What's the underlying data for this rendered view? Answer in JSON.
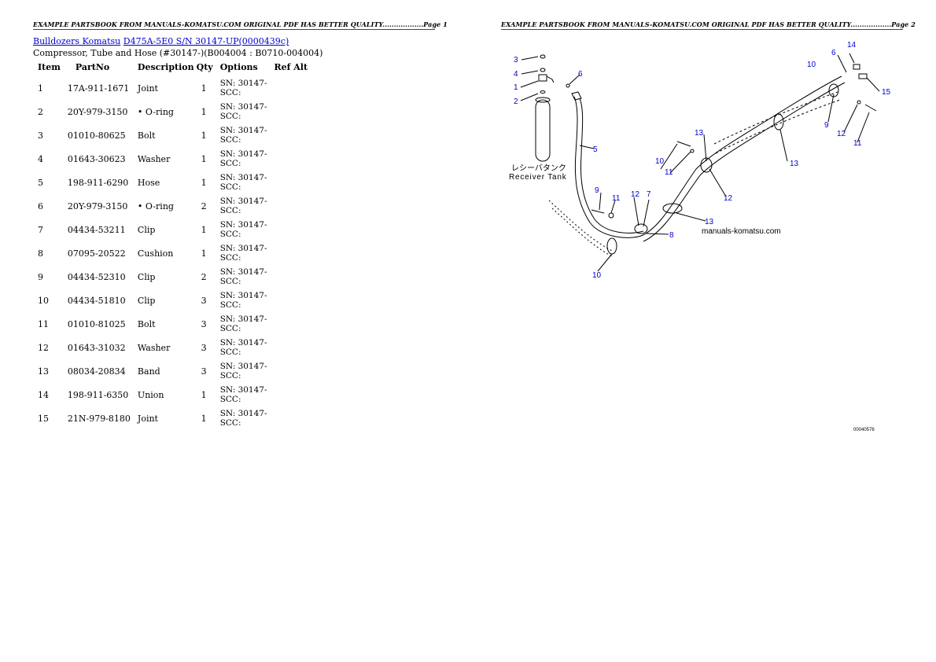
{
  "header": {
    "page1": "EXAMPLE PARTSBOOK FROM MANUALS-KOMATSU.COM ORIGINAL PDF HAS BETTER QUALITY..................Page 1",
    "page2": "EXAMPLE PARTSBOOK FROM MANUALS-KOMATSU.COM ORIGINAL PDF HAS BETTER QUALITY..................Page 2"
  },
  "breadcrumb": {
    "link1": "Bulldozers Komatsu",
    "link2": "D475A-5E0 S/N  30147-UP(0000439c)"
  },
  "subtitle": "Compressor, Tube and Hose (#30147-)(B004004 : B0710-004004)",
  "table": {
    "headers": [
      "Item",
      "PartNo",
      "Description",
      "Qty",
      "Options",
      "Ref Alt"
    ],
    "rows": [
      {
        "item": "1",
        "partno": "17A-911-1671",
        "desc": "Joint",
        "qty": "1",
        "opt1": "SN: 30147-",
        "opt2": "SCC:"
      },
      {
        "item": "2",
        "partno": "20Y-979-3150",
        "desc": "• O-ring",
        "qty": "1",
        "opt1": "SN: 30147-",
        "opt2": "SCC:"
      },
      {
        "item": "3",
        "partno": "01010-80625",
        "desc": "Bolt",
        "qty": "1",
        "opt1": "SN: 30147-",
        "opt2": "SCC:"
      },
      {
        "item": "4",
        "partno": "01643-30623",
        "desc": "Washer",
        "qty": "1",
        "opt1": "SN: 30147-",
        "opt2": "SCC:"
      },
      {
        "item": "5",
        "partno": "198-911-6290",
        "desc": "Hose",
        "qty": "1",
        "opt1": "SN: 30147-",
        "opt2": "SCC:"
      },
      {
        "item": "6",
        "partno": "20Y-979-3150",
        "desc": "• O-ring",
        "qty": "2",
        "opt1": "SN: 30147-",
        "opt2": "SCC:"
      },
      {
        "item": "7",
        "partno": "04434-53211",
        "desc": "Clip",
        "qty": "1",
        "opt1": "SN: 30147-",
        "opt2": "SCC:"
      },
      {
        "item": "8",
        "partno": "07095-20522",
        "desc": "Cushion",
        "qty": "1",
        "opt1": "SN: 30147-",
        "opt2": "SCC:"
      },
      {
        "item": "9",
        "partno": "04434-52310",
        "desc": "Clip",
        "qty": "2",
        "opt1": "SN: 30147-",
        "opt2": "SCC:"
      },
      {
        "item": "10",
        "partno": "04434-51810",
        "desc": "Clip",
        "qty": "3",
        "opt1": "SN: 30147-",
        "opt2": "SCC:"
      },
      {
        "item": "11",
        "partno": "01010-81025",
        "desc": "Bolt",
        "qty": "3",
        "opt1": "SN: 30147-",
        "opt2": "SCC:"
      },
      {
        "item": "12",
        "partno": "01643-31032",
        "desc": "Washer",
        "qty": "3",
        "opt1": "SN: 30147-",
        "opt2": "SCC:"
      },
      {
        "item": "13",
        "partno": "08034-20834",
        "desc": "Band",
        "qty": "3",
        "opt1": "SN: 30147-",
        "opt2": "SCC:"
      },
      {
        "item": "14",
        "partno": "198-911-6350",
        "desc": "Union",
        "qty": "1",
        "opt1": "SN: 30147-",
        "opt2": "SCC:"
      },
      {
        "item": "15",
        "partno": "21N-979-8180",
        "desc": "Joint",
        "qty": "1",
        "opt1": "SN: 30147-",
        "opt2": "SCC:"
      }
    ]
  },
  "diagram": {
    "receiver_jp": "レシーバタンク",
    "receiver_en": "Receiver Tank",
    "watermark": "manuals-komatsu.com",
    "figure_ref": "00040576",
    "callouts": [
      "3",
      "4",
      "1",
      "2",
      "6",
      "5",
      "10",
      "6",
      "14",
      "15",
      "9",
      "12",
      "11",
      "13",
      "10",
      "11",
      "12",
      "9",
      "11",
      "12",
      "7",
      "8",
      "13",
      "10",
      "13"
    ]
  }
}
